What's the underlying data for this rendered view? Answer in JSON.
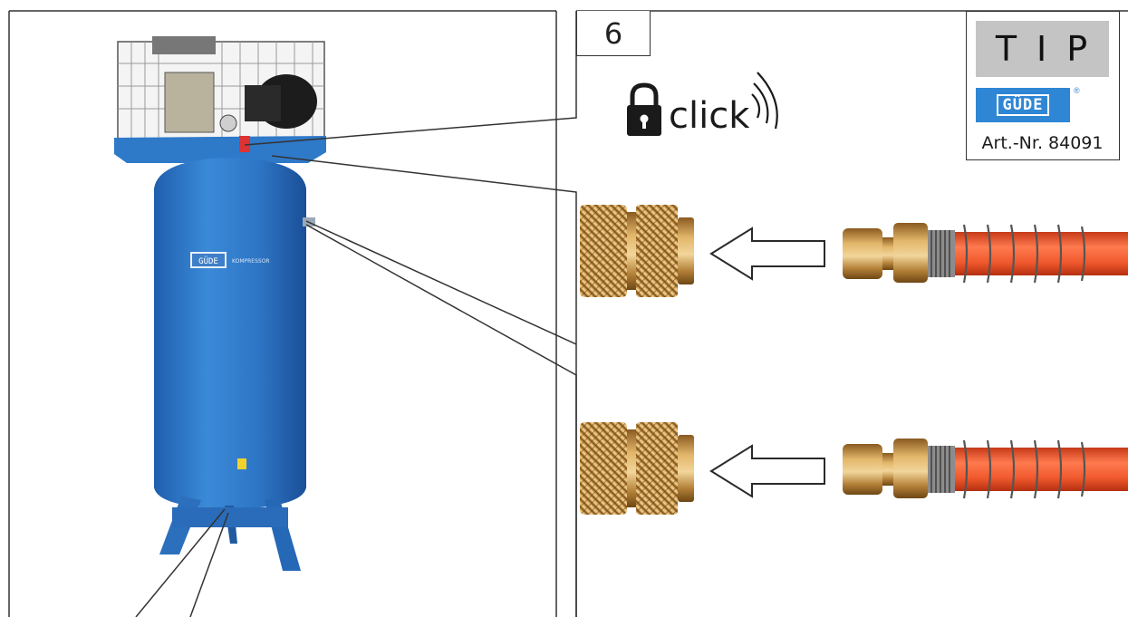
{
  "step": {
    "number": "6"
  },
  "click_text": "click",
  "tip": {
    "title": "TIP",
    "logo_text": "GÜDE",
    "registered": "®",
    "article": "Art.-Nr. 84091"
  },
  "compressor": {
    "brand": "GÜDE",
    "model_text": "KOMPRESSOR"
  },
  "colors": {
    "tank_blue": "#2e78c8",
    "brass": "#c99a4a",
    "hose_red": "#f0623a",
    "tip_logo_blue": "#2f86d4"
  },
  "icons": [
    "padlock-icon",
    "sound-waves-icon",
    "arrow-left-icon"
  ]
}
